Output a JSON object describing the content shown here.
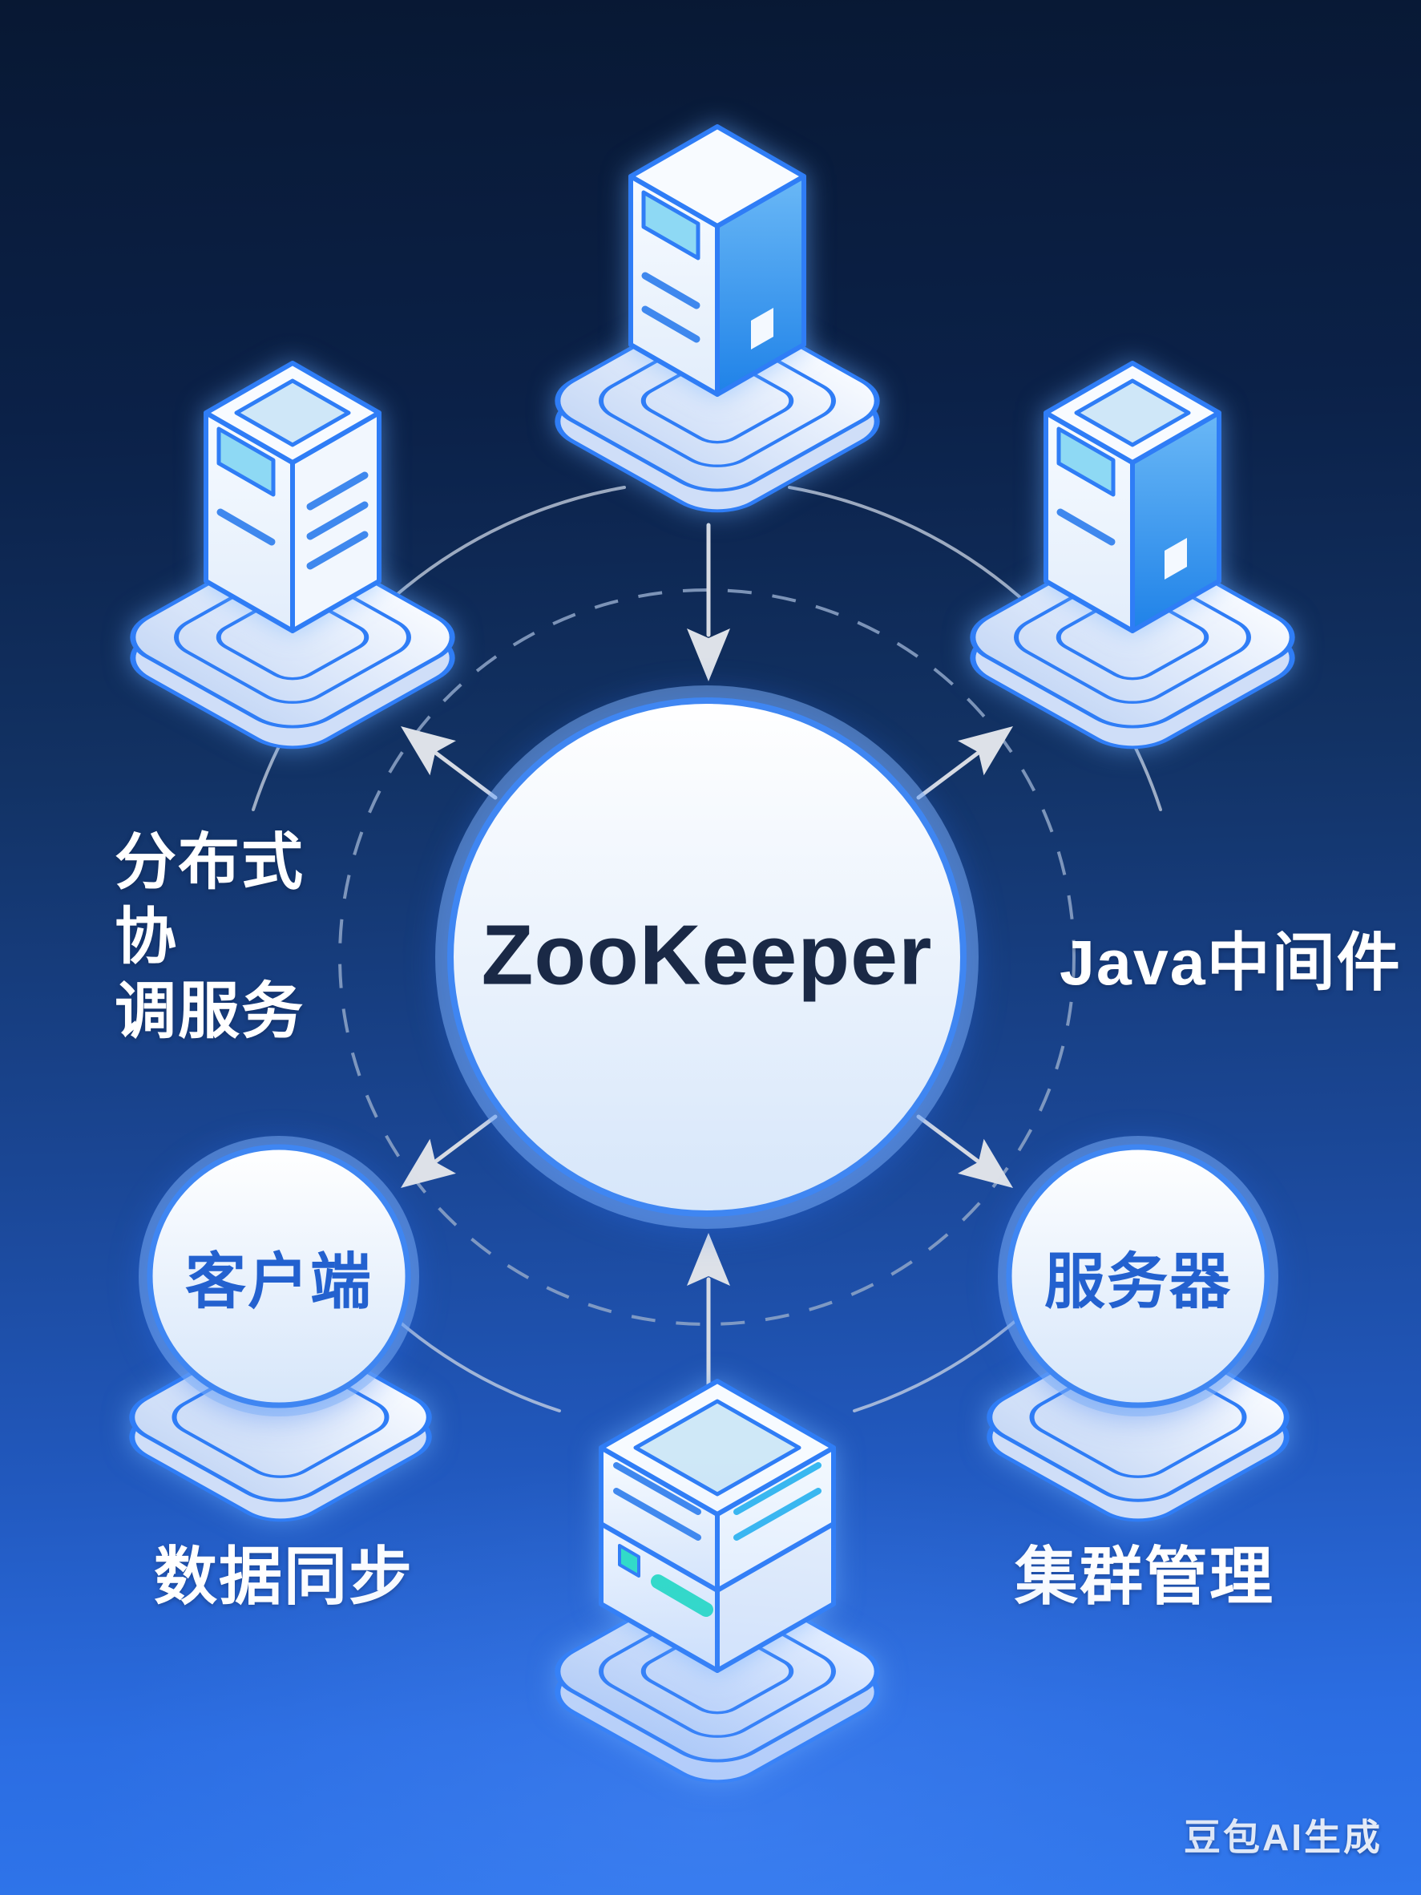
{
  "colors": {
    "accent_blue": "#2f7df6",
    "circle_border": "#3f86f2",
    "teal": "#2fe0c4",
    "cyan_stripe": "#38b8f0",
    "screen_teal": "#8ed9f4",
    "text_navy": "#1a2946",
    "node_label_blue": "#2361cf",
    "arrow_gray": "#dde1e8",
    "dashed_orbit": "#8fa6c8",
    "bg_top": "#081833",
    "bg_bottom": "#2f76ec"
  },
  "center": {
    "label": "ZooKeeper"
  },
  "satellites": {
    "top_left_label_lines": [
      "分布式",
      "协",
      "调服务"
    ],
    "top_right_label": "Java中间件",
    "bottom_left_node_label": "客户端",
    "bottom_right_node_label": "服务器",
    "bottom_left_caption": "数据同步",
    "bottom_right_caption": "集群管理"
  },
  "icons": {
    "top": "server-tower-icon",
    "top_left": "server-tower-icon",
    "top_right": "server-tower-icon",
    "bottom": "database-server-icon",
    "bottom_left_node": "client-circle-node",
    "bottom_right_node": "server-circle-node"
  },
  "watermark": "豆包AI生成"
}
